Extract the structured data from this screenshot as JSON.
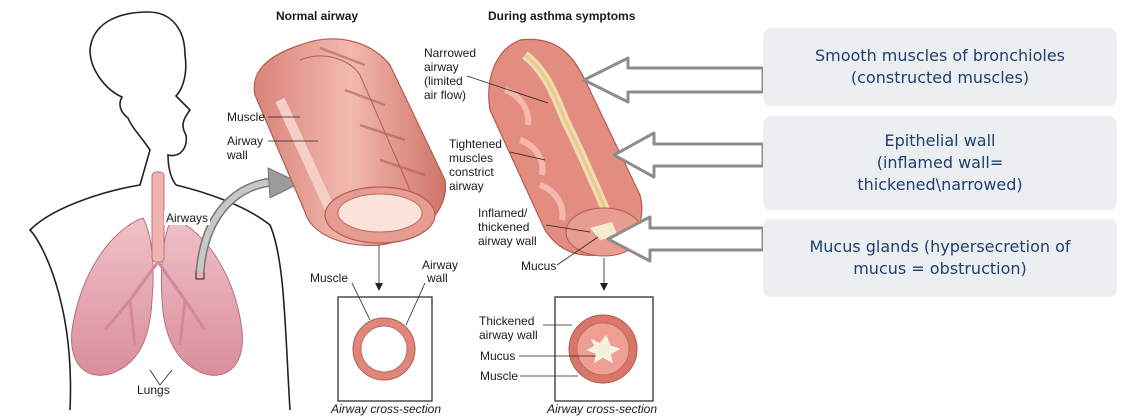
{
  "titles": {
    "normal": "Normal airway",
    "asthma": "During asthma symptoms"
  },
  "body_labels": {
    "airways": "Airways",
    "lungs": "Lungs"
  },
  "normal_labels": {
    "muscle": "Muscle",
    "airway_wall_1": "Airway",
    "airway_wall_2": "wall"
  },
  "normal_cross_labels": {
    "muscle": "Muscle",
    "airway_wall_1": "Airway",
    "airway_wall_2": "wall",
    "caption": "Airway cross-section"
  },
  "asthma_labels": {
    "narrowed_1": "Narrowed",
    "narrowed_2": "airway",
    "narrowed_3": "(limited",
    "narrowed_4": "air flow)",
    "tightened_1": "Tightened",
    "tightened_2": "muscles",
    "tightened_3": "constrict",
    "tightened_4": "airway",
    "inflamed_1": "Inflamed/",
    "inflamed_2": "thickened",
    "inflamed_3": "airway wall",
    "mucus": "Mucus"
  },
  "asthma_cross_labels": {
    "thickened_1": "Thickened",
    "thickened_2": "airway wall",
    "mucus": "Mucus",
    "muscle": "Muscle",
    "caption": "Airway cross-section"
  },
  "callouts": {
    "smooth_1": "Smooth muscles of bronchioles",
    "smooth_2": "(constructed muscles)",
    "epi_1": "Epithelial wall",
    "epi_2": "(inflamed wall=",
    "epi_3": "thickened\\narrowed)",
    "mucus_1": "Mucus glands (hypersecretion of",
    "mucus_2": "mucus = obstruction)"
  },
  "colors": {
    "callout_bg": "#eceff2",
    "callout_text": "#1f3f6e",
    "tissue": "#e79a8e",
    "tissue_dark": "#c9695e",
    "lung": "#e8a7b2",
    "arrow": "#9a9a9a"
  }
}
